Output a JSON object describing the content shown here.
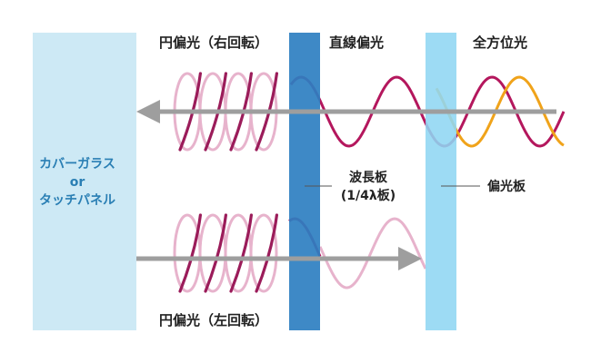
{
  "labels": {
    "top_left": "円偏光（右回転）",
    "top_middle": "直線偏光",
    "top_right": "全方位光",
    "bottom_left": "円偏光（左回転）",
    "cover": [
      "カバーガラス",
      "or",
      "タッチパネル"
    ],
    "wave_plate": [
      "波長板",
      "(1/4λ板)"
    ],
    "polarizer": "偏光板"
  },
  "colors": {
    "cover_panel": "#cde9f5",
    "wave_plate": "#2e7fc1",
    "polarizer": "#8fd6f2",
    "helix": "#9b1c5a",
    "helix_light": "#e7b3cc",
    "wave_magenta": "#b4175d",
    "wave_orange": "#f0a31a",
    "arrow": "#9e9e9e",
    "cover_text": "#2a7fb4"
  },
  "icons": {
    "left_arrow": "arrow-left-icon",
    "right_arrow": "arrow-right-icon"
  }
}
